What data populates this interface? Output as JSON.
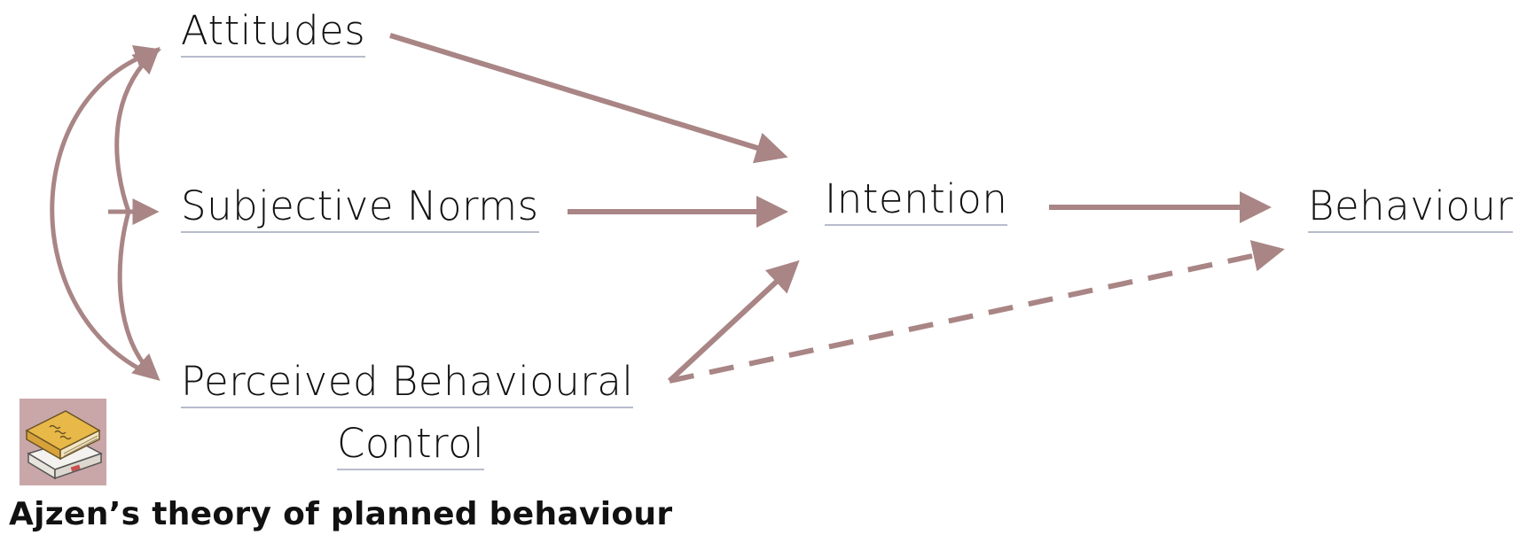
{
  "diagram": {
    "caption": "Ajzen’s theory of planned behaviour",
    "nodes": {
      "attitudes": "Attitudes",
      "subjective_norms": "Subjective Norms",
      "perceived_control_line1": "Perceived Behavioural",
      "perceived_control_line2": "Control",
      "intention": "Intention",
      "behaviour": "Behaviour"
    },
    "edges": [
      {
        "from": "Attitudes",
        "to": "Intention",
        "style": "solid"
      },
      {
        "from": "Subjective Norms",
        "to": "Intention",
        "style": "solid"
      },
      {
        "from": "Perceived Behavioural Control",
        "to": "Intention",
        "style": "solid"
      },
      {
        "from": "Intention",
        "to": "Behaviour",
        "style": "solid"
      },
      {
        "from": "Perceived Behavioural Control",
        "to": "Behaviour",
        "style": "dashed"
      },
      {
        "from": "Subjective Norms",
        "to": "Attitudes",
        "style": "curved"
      },
      {
        "from": "Subjective Norms",
        "to": "Perceived Behavioural Control",
        "style": "curved"
      },
      {
        "from": "Perceived Behavioural Control",
        "to": "Attitudes",
        "style": "curved"
      }
    ],
    "colors": {
      "arrow": "#a98585",
      "underline": "#b7bccc",
      "text": "#111111",
      "icon_background": "#c9a7a9",
      "book_cover": "#e8b949"
    },
    "icons": [
      "books-icon"
    ]
  }
}
